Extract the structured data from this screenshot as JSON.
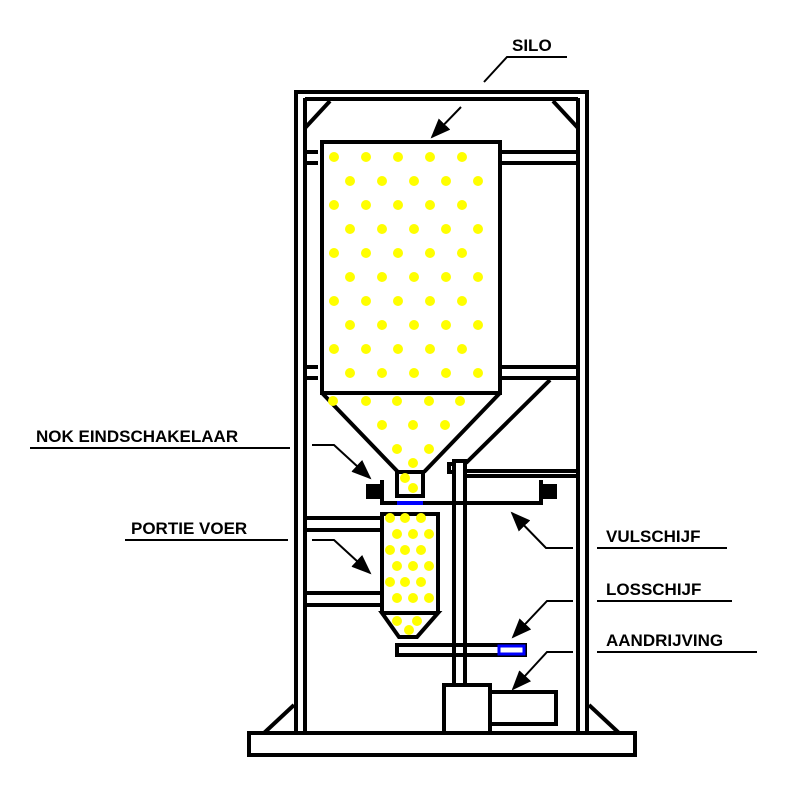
{
  "labels": {
    "silo": "SILO",
    "nok": "NOK EINDSCHAKELAAR",
    "portie": "PORTIE VOER",
    "vulschijf": "VULSCHIJF",
    "losschijf": "LOSSCHIJF",
    "aandrijving": "AANDRIJVING"
  },
  "colors": {
    "line": "#000000",
    "feed": "#ffff00",
    "disc": "#0000ff"
  }
}
